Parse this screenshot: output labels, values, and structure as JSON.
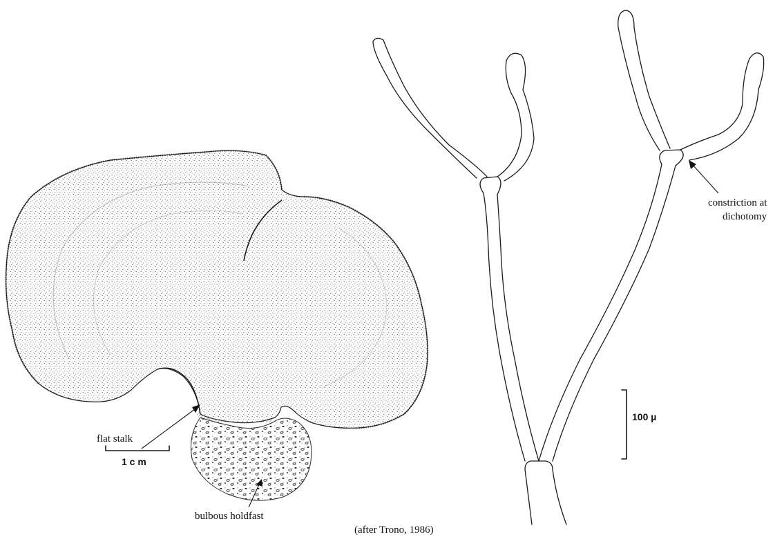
{
  "labels": {
    "flat_stalk": "flat stalk",
    "bulbous_holdfast": "bulbous holdfast",
    "constriction_line1": "constriction at",
    "constriction_line2": "dichotomy",
    "scale_left": "1 c m",
    "scale_right": "100 µ",
    "credit": "(after Trono, 1986)"
  },
  "colors": {
    "ink": "#1a1a1a",
    "stipple": "#6a6a6a",
    "background": "#ffffff"
  }
}
